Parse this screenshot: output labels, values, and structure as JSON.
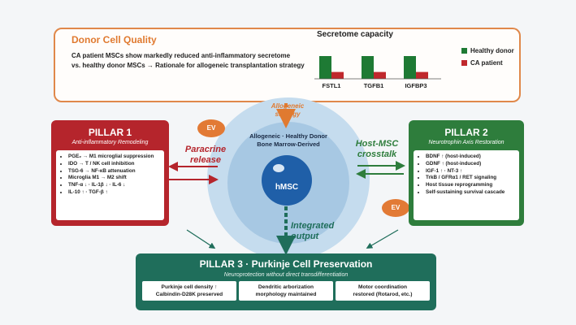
{
  "donor": {
    "title": "Donor Cell Quality",
    "line1": "CA patient MSCs show markedly reduced anti-inflammatory secretome",
    "line2": "vs. healthy donor MSCs  →  Rationale for allogeneic transplantation strategy"
  },
  "chart_data": {
    "type": "bar",
    "title": "Secretome capacity",
    "categories": [
      "FSTL1",
      "TGFB1",
      "IGFBP3"
    ],
    "series": [
      {
        "name": "Healthy donor",
        "values": [
          1.0,
          1.0,
          1.0
        ]
      },
      {
        "name": "CA patient",
        "values": [
          0.3,
          0.3,
          0.3
        ]
      }
    ],
    "colors": {
      "Healthy donor": "#1e7a34",
      "CA patient": "#c0282d"
    },
    "legend": "right"
  },
  "allogeneic_label": "Allogeneic\nstrategy",
  "center": {
    "line1": "Allogeneic · Healthy Donor",
    "line2": "Bone Marrow-Derived",
    "core": "hMSC"
  },
  "ev_label": "EV",
  "paracrine": "Paracrine\nrelease",
  "crosstalk": "Host-MSC\ncrosstalk",
  "integrated": "Integrated\noutput",
  "pillar1": {
    "title": "PILLAR 1",
    "subtitle": "Anti-inflammatory Remodeling",
    "items": [
      "PGE₂ → M1 microglial suppression",
      "IDO → T / NK cell inhibition",
      "TSG-6 → NF-κB attenuation",
      "Microglia M1 → M2 shift",
      "TNF-α ↓ · IL-1β ↓ · IL-6 ↓",
      "IL-10 ↑ · TGF-β ↑"
    ]
  },
  "pillar2": {
    "title": "PILLAR 2",
    "subtitle": "Neurotrophin Axis Restoration",
    "items": [
      "BDNF ↑ (host-induced)",
      "GDNF ↑ (host-induced)",
      "IGF-1 ↑ · NT-3 ↑",
      "TrkB / GFRα1 / RET signaling",
      "Host tissue reprogramming",
      "Self-sustaining survival cascade"
    ]
  },
  "pillar3": {
    "title": "PILLAR 3  ·  Purkinje Cell Preservation",
    "subtitle": "Neuroprotection without direct transdifferentiation",
    "cells": [
      {
        "l1": "Purkinje cell density ↑",
        "l2": "Calbindin-D28K preserved"
      },
      {
        "l1": "Dendritic arborization",
        "l2": "morphology maintained"
      },
      {
        "l1": "Motor coordination",
        "l2": "restored (Rotarod, etc.)"
      }
    ]
  },
  "colors": {
    "orange": "#e07a30",
    "red": "#b5252c",
    "green": "#2e7d3c",
    "teal": "#1f6e5b",
    "blue": "#1f5fa8"
  }
}
